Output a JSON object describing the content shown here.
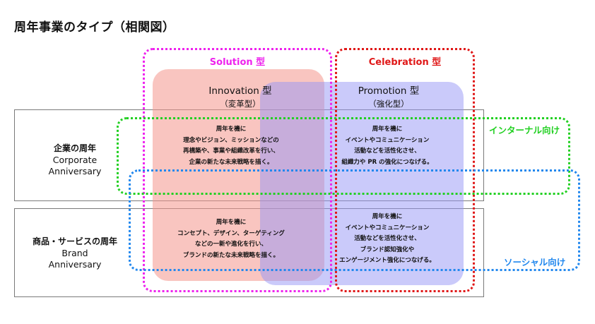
{
  "title": "周年事業のタイプ（相関図）",
  "columns": {
    "solution": "Solution 型",
    "celebration": "Celebration 型"
  },
  "subtypes": {
    "innovation": {
      "en": "Innovation 型",
      "jp": "（変革型）"
    },
    "promotion": {
      "en": "Promotion 型",
      "jp": "（強化型）"
    }
  },
  "rows": {
    "corporate": {
      "jp": "企業の周年",
      "en1": "Corporate",
      "en2": "Anniversary"
    },
    "brand": {
      "jp": "商品・サービスの周年",
      "en1": "Brand",
      "en2": "Anniversary"
    }
  },
  "cells": {
    "corp_innovation": [
      "周年を機に",
      "理念やビジョン、ミッションなどの",
      "再構築や、事業や組織改革を行い、",
      "企業の新たな未来戦略を描く。"
    ],
    "corp_promotion": [
      "周年を機に",
      "イベントやコミュニケーション",
      "活動などを活性化させ、",
      "組織力や PR の強化につなげる。"
    ],
    "brand_innovation": [
      "周年を機に",
      "コンセプト、デザイン、ターゲティング",
      "などの一新や進化を行い、",
      "ブランドの新たな未来戦略を描く。"
    ],
    "brand_promotion": [
      "周年を機に",
      "イベントやコミュニケーション",
      "活動などを活性化させ、",
      "ブランド認知強化や",
      "エンゲージメント強化につなげる。"
    ]
  },
  "side_labels": {
    "internal": "インターナル向け",
    "social": "ソーシャル向け"
  },
  "colors": {
    "solution": "#ee22ee",
    "celebration": "#e01818",
    "internal": "#22d022",
    "social": "#2288ee",
    "innovation_fill": "#f4968c",
    "promotion_fill": "#9696f5"
  }
}
